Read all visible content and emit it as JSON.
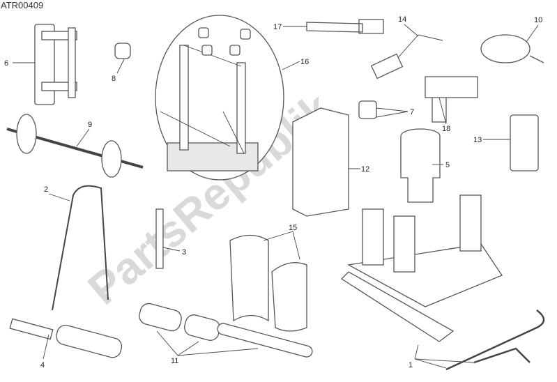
{
  "diagram_code": "ATR00409",
  "watermark": "PartsRepublik",
  "callouts": [
    "1",
    "2",
    "3",
    "4",
    "5",
    "6",
    "7",
    "8",
    "9",
    "10",
    "11",
    "12",
    "13",
    "14",
    "15",
    "16",
    "17",
    "18"
  ]
}
